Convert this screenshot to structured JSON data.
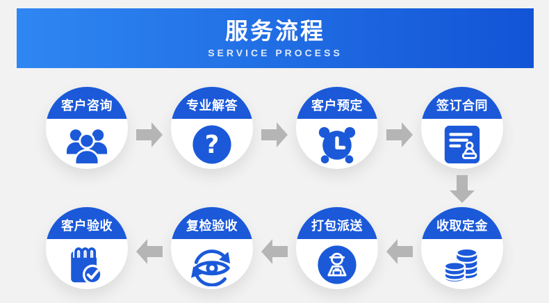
{
  "header": {
    "title": "服务流程",
    "subtitle": "SERVICE PROCESS"
  },
  "steps": [
    {
      "label": "客户咨询",
      "icon": "customers-icon"
    },
    {
      "label": "专业解答",
      "icon": "question-icon"
    },
    {
      "label": "客户预定",
      "icon": "alarm-clock-icon"
    },
    {
      "label": "签订合同",
      "icon": "contract-icon"
    },
    {
      "label": "收取定金",
      "icon": "coins-icon"
    },
    {
      "label": "打包派送",
      "icon": "delivery-person-icon"
    },
    {
      "label": "复检验收",
      "icon": "eye-recheck-icon"
    },
    {
      "label": "客户验收",
      "icon": "clipboard-check-icon"
    }
  ],
  "icons": {
    "question_mark": "?",
    "row1_connector": "right-arrow-icon",
    "row2_connector": "left-arrow-icon",
    "column_connector": "down-arrow-icon"
  },
  "colors": {
    "background": "#f2f2f2",
    "banner_gradient_start": "#2f87f2",
    "banner_gradient_end": "#1254d6",
    "accent_blue": "#1b59d9",
    "arrow_gray": "#b5b5b5",
    "circle_bg": "#ffffff",
    "text_white": "#ffffff"
  }
}
